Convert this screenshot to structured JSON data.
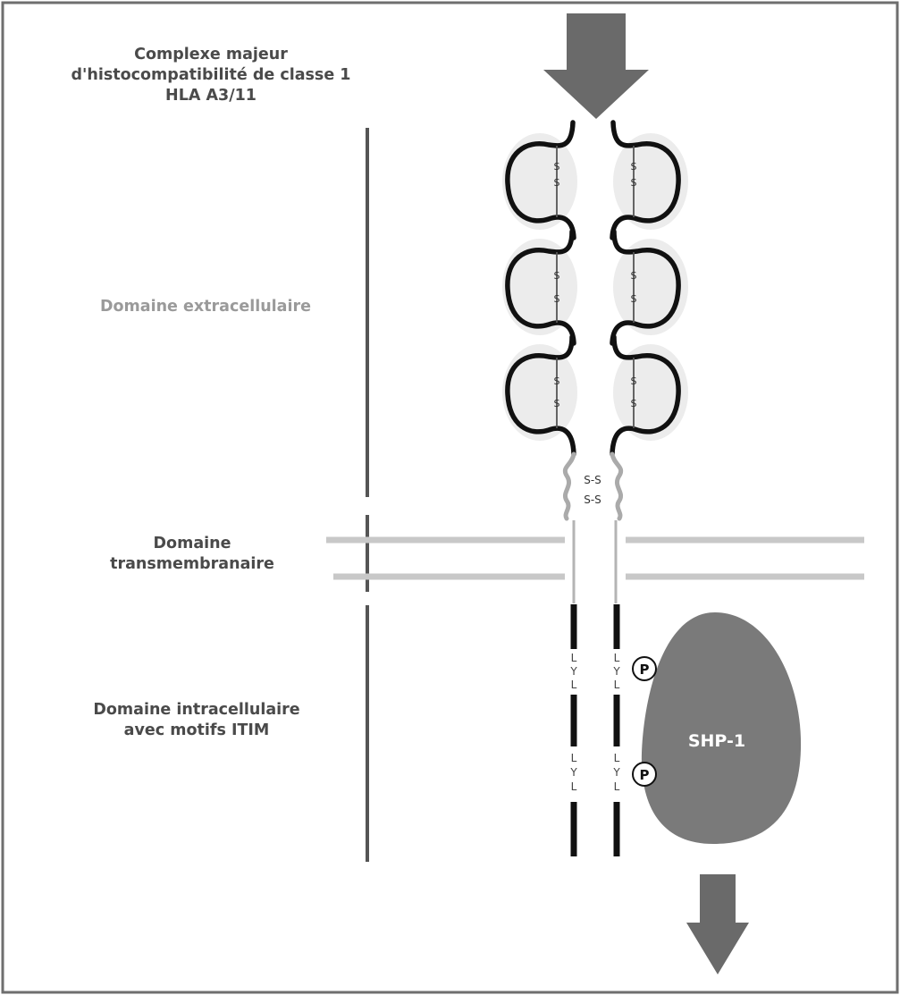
{
  "colors": {
    "text_dark": "#4a4a4a",
    "text_light": "#9a9a9a",
    "arrow": "#6a6a6a",
    "shp_blob": "#7a7a7a",
    "membrane": "#c8c8c8",
    "chain": "#111111",
    "domain_fill": "#ececec",
    "frame": "#6e6e6e"
  },
  "labels": {
    "mhc": [
      "Complexe majeur",
      "d'histocompatibilité de classe 1",
      "HLA A3/11"
    ],
    "extracellular": "Domaine extracellulaire",
    "transmembrane": [
      "Domaine",
      "transmembranaire"
    ],
    "intracellular": [
      "Domaine intracellulaire",
      "avec motifs ITIM"
    ]
  },
  "disulfide": {
    "bond": "S",
    "hinge": "S-S"
  },
  "itim_motif": [
    "L",
    "Y",
    "L"
  ],
  "phospho": "P",
  "shp": "SHP-1"
}
